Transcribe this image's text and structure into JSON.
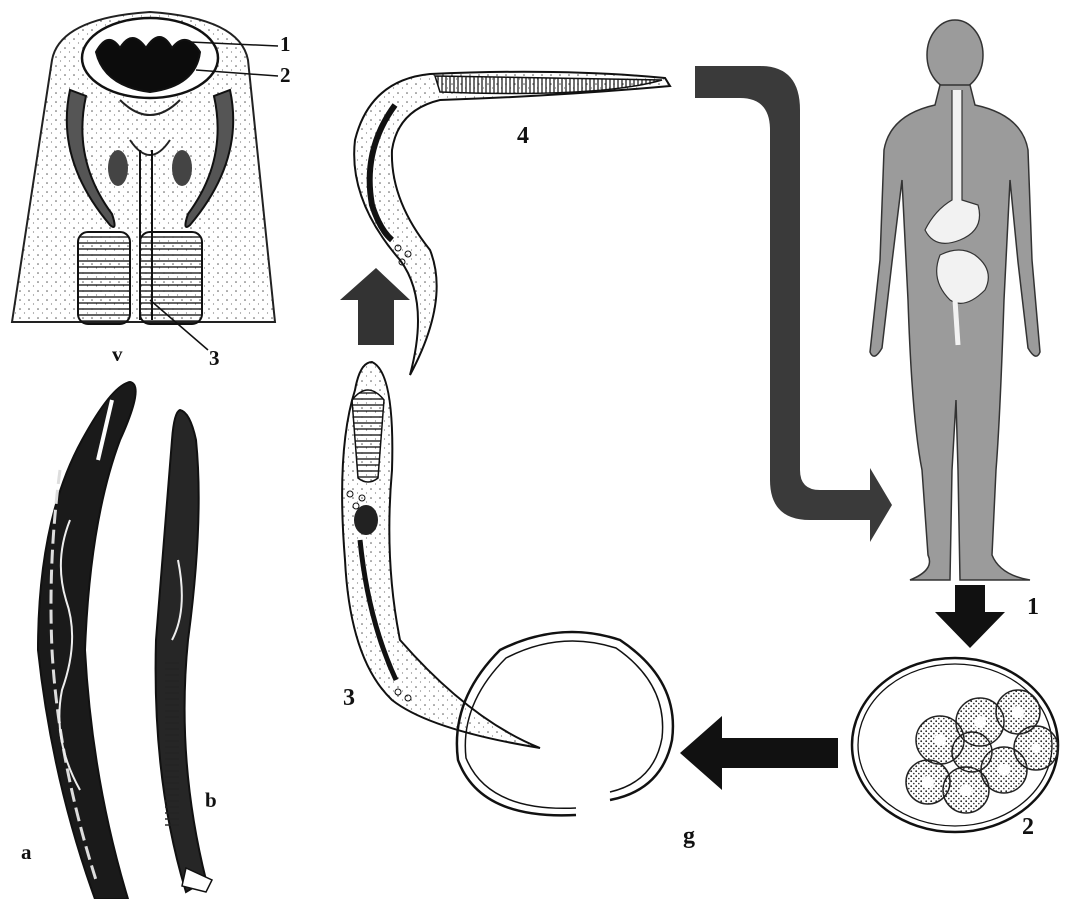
{
  "head_panel": {
    "label_v": "v",
    "callouts": [
      "1",
      "2",
      "3"
    ]
  },
  "worm_labels": {
    "a": "a",
    "b": "b"
  },
  "cycle": {
    "host_label": "1",
    "egg_label": "2",
    "larva_3_label": "3",
    "larva_4_label": "4",
    "egg_in_shell_label": "g"
  },
  "colors": {
    "ink": "#111111",
    "arrow": "#3a3a3a",
    "body_fill": "#9b9b9b",
    "stipple_bg": "#f4f4f4"
  }
}
